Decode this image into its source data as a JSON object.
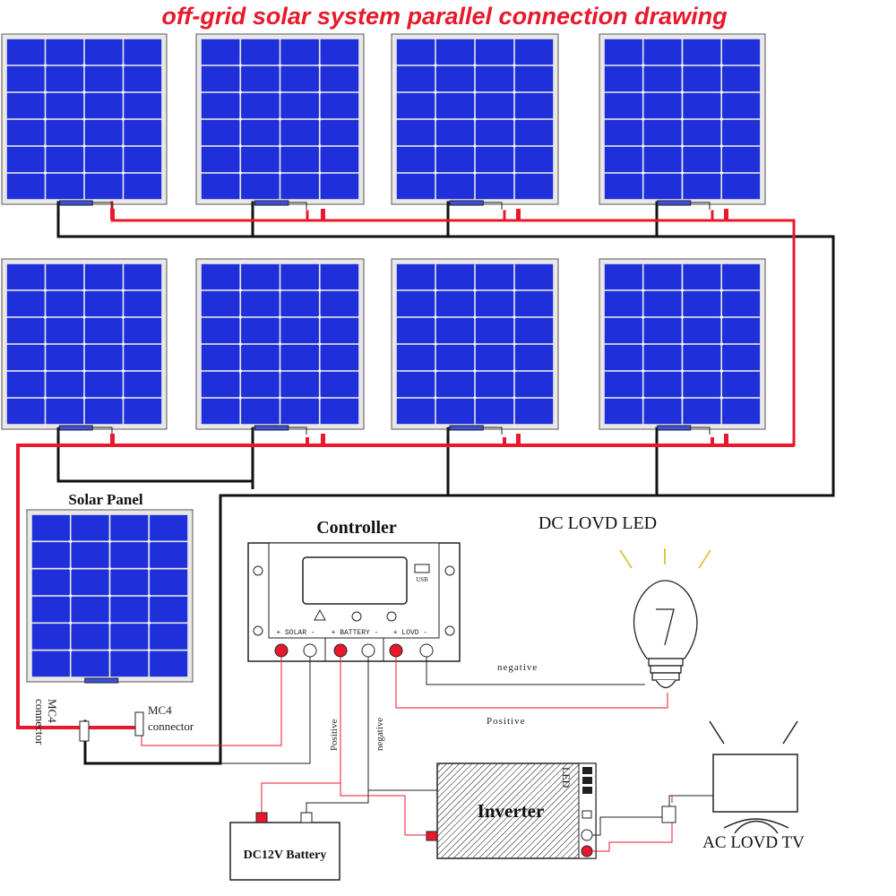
{
  "title": "off-grid solar system parallel connection drawing",
  "labels": {
    "solar_panel": "Solar Panel",
    "controller": "Controller",
    "usb": "USB",
    "solar_terminals": "+ SOLAR -",
    "battery_terminals": "+ BATTERY -",
    "lovd_terminals": "+ LOVD -",
    "dc_lovd_led": "DC LOVD LED",
    "mc4_connector_vertical_line1": "MC4",
    "mc4_connector_vertical_line2": "connector",
    "mc4_connector_line1": "MC4",
    "mc4_connector_line2": "connector",
    "positive_vertical": "Positive",
    "negative_vertical": "negative",
    "negative_led": "negative",
    "positive_led": "Positive",
    "inverter": "Inverter",
    "led": "LED",
    "battery": "DC12V Battery",
    "ac_lovd_tv": "AC LOVD TV"
  },
  "colors": {
    "title": "#e8192c",
    "panel_cell": "#1f2fd9",
    "panel_frame": "#e8e8e8",
    "wire_positive": "#e8192c",
    "wire_negative": "#111111",
    "terminal_red": "#e8192c",
    "outline": "#222222"
  },
  "icons": {
    "solar_panel": "solar-panel-icon",
    "controller": "charge-controller-icon",
    "bulb": "light-bulb-icon",
    "inverter": "inverter-icon",
    "battery": "battery-icon",
    "tv": "tv-icon"
  }
}
